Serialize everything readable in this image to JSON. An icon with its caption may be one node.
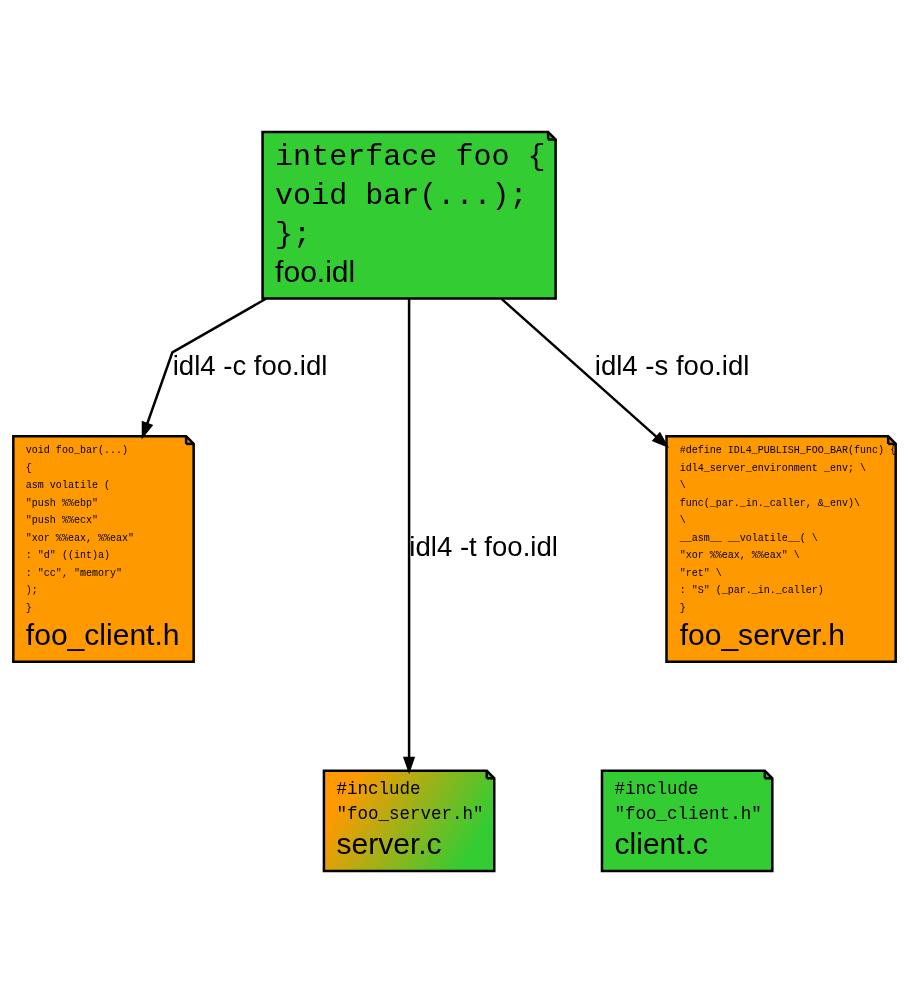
{
  "diagram": {
    "nodes": [
      {
        "text": [
          "interface foo {",
          "void bar(...);",
          "};",
          "foo.idl"
        ]
      },
      {
        "text": [
          "void foo_bar(...)",
          "{",
          "asm volatile (",
          "\"push %%ebp\"",
          "\"push %%ecx\"",
          "\"xor %%eax, %%eax\"",
          ": \"d\" ((int)a)",
          ": \"cc\", \"memory\"",
          ");",
          "}",
          "foo_client.h"
        ]
      },
      {
        "text": [
          "#define IDL4_PUBLISH_FOO_BAR(func) {",
          "idl4_server_environment _env; \\",
          "\\",
          "func(_par._in._caller, &_env)\\",
          "\\",
          "__asm__ __volatile__( \\",
          "\"xor %%eax, %%eax\" \\",
          "\"ret\" \\",
          ": \"S\" (_par._in._caller)",
          "}",
          "foo_server.h"
        ]
      },
      {
        "text": [
          "#include",
          "\"foo_client.h\"",
          "client.c"
        ]
      },
      {
        "text": [
          "#include",
          "\"foo_server.h\"",
          "server.c"
        ]
      }
    ],
    "edges": [
      {
        "from": 0,
        "to": 1,
        "arrow": "to",
        "label": "idl4 -c foo.idl"
      },
      {
        "from": 0,
        "to": 4,
        "arrow": "to",
        "label": "idl4 -t foo.idl"
      },
      {
        "from": 0,
        "to": 2,
        "arrow": "to",
        "label": "idl4 -s foo.idl"
      }
    ]
  }
}
